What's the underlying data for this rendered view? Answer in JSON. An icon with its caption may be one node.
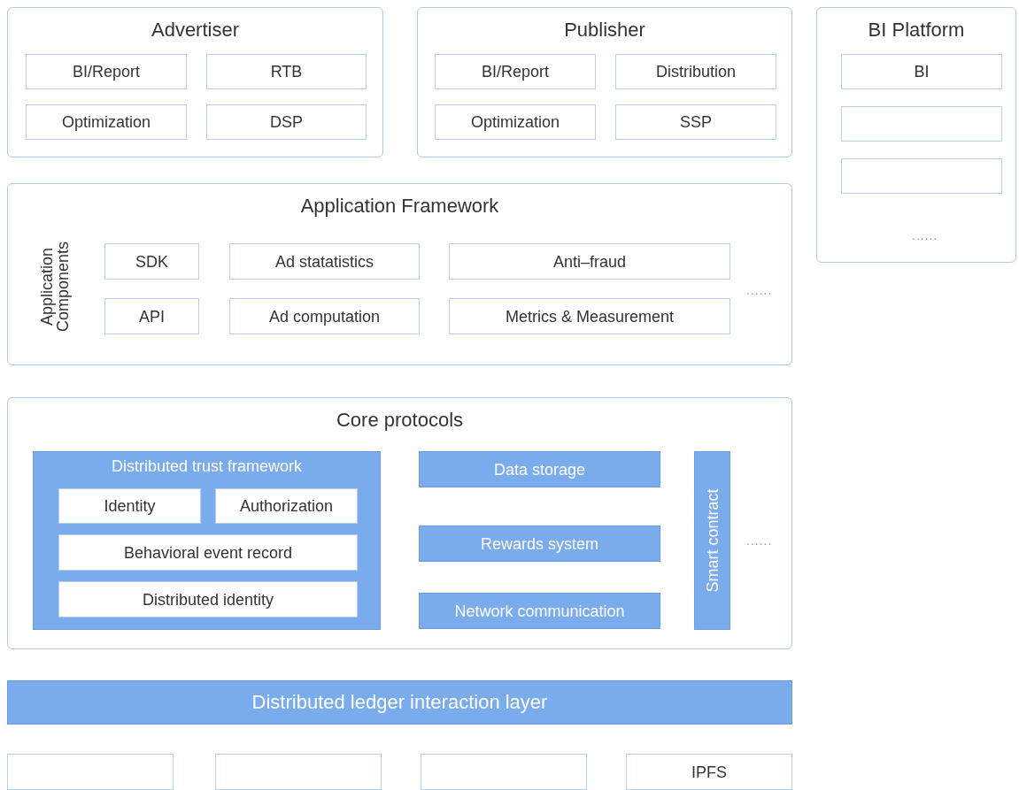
{
  "diagram": {
    "nodes": [
      {
        "text": [
          "Advertiser"
        ]
      },
      {
        "text": [
          "BI/Report"
        ],
        "in": 0
      },
      {
        "text": [
          "RTB"
        ],
        "in": 0
      },
      {
        "text": [
          "Optimization"
        ],
        "in": 0
      },
      {
        "text": [
          "DSP"
        ],
        "in": 0
      },
      {
        "text": [
          "Publisher"
        ]
      },
      {
        "text": [
          "BI/Report"
        ],
        "in": 5
      },
      {
        "text": [
          "Distribution"
        ],
        "in": 5
      },
      {
        "text": [
          "Optimization"
        ],
        "in": 5
      },
      {
        "text": [
          "SSP"
        ],
        "in": 5
      },
      {
        "text": [
          "BI Platform"
        ]
      },
      {
        "text": [
          "BI"
        ],
        "in": 10
      },
      {
        "text": [],
        "shape": "box",
        "in": 10
      },
      {
        "text": [],
        "shape": "box",
        "in": 10
      },
      {
        "text": [
          "Application Framework",
          "Application Components"
        ]
      },
      {
        "text": [
          "SDK"
        ],
        "in": 14
      },
      {
        "text": [
          "Ad statatistics"
        ],
        "in": 14
      },
      {
        "text": [
          "Anti–fraud"
        ],
        "in": 14
      },
      {
        "text": [
          "API"
        ],
        "in": 14
      },
      {
        "text": [
          "Ad computation"
        ],
        "in": 14
      },
      {
        "text": [
          "Metrics & Measurement"
        ],
        "in": 14
      },
      {
        "text": [
          "Core protocols"
        ]
      },
      {
        "text": [
          "Distributed trust framework"
        ],
        "in": 21
      },
      {
        "text": [
          "Identity"
        ],
        "in": 22
      },
      {
        "text": [
          "Authorization"
        ],
        "in": 22
      },
      {
        "text": [
          "Behavioral event record"
        ],
        "in": 22
      },
      {
        "text": [
          "Distributed identity"
        ],
        "in": 22
      },
      {
        "text": [
          "Data storage"
        ],
        "in": 21
      },
      {
        "text": [
          "Rewards system"
        ],
        "in": 21
      },
      {
        "text": [
          "Network communication"
        ],
        "in": 21
      },
      {
        "text": [
          "Smart contract"
        ],
        "in": 21
      },
      {
        "text": [
          "Distributed ledger interaction layer"
        ]
      },
      {
        "text": [],
        "shape": "box"
      },
      {
        "text": [],
        "shape": "box"
      },
      {
        "text": [],
        "shape": "box"
      },
      {
        "text": [
          "IPFS"
        ]
      }
    ],
    "labels": [
      "......",
      "......",
      "......"
    ]
  }
}
